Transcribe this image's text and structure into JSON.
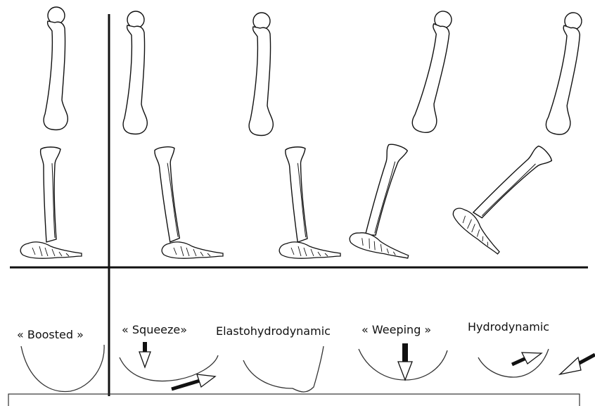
{
  "labels": {
    "boosted": "« Boosted »",
    "squeeze": "« Squeeze»",
    "elastohydrodynamic": "Elastohydrodynamic",
    "weeping": "« Weeping »",
    "hydrodynamic": "Hydrodynamic"
  }
}
